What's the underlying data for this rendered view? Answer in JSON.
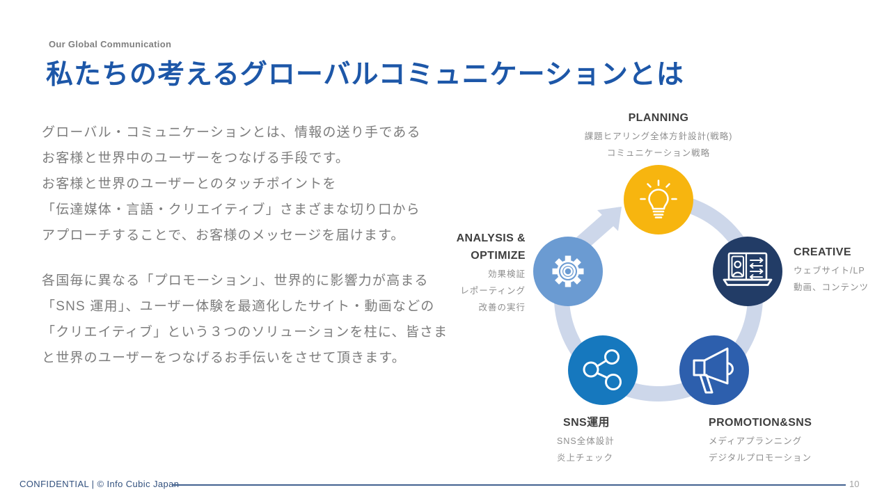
{
  "eyebrow": "Our Global Communication",
  "title": "私たちの考えるグローバルコミュニケーションとは",
  "body": {
    "p1": [
      "グローバル・コミュニケーションとは、情報の送り手である",
      "お客様と世界中のユーザーをつなげる手段です。",
      "お客様と世界のユーザーとのタッチポイントを",
      "「伝達媒体・言語・クリエイティブ」さまざまな切り口から",
      "アプローチすることで、お客様のメッセージを届けます。"
    ],
    "p2": [
      "各国毎に異なる「プロモーション」、世界的に影響力が高まる",
      "「SNS 運用」、ユーザー体験を最適化したサイト・動画などの",
      "「クリエイティブ」という３つのソリューションを柱に、皆さま",
      "と世界のユーザーをつなげるお手伝いをさせて頂きます。"
    ]
  },
  "diagram": {
    "ring": {
      "color": "#CDD7EA"
    },
    "planning": {
      "title": "PLANNING",
      "lines": [
        "課題ヒアリング全体方針設計(戦略)",
        "コミュニケーション戦略"
      ],
      "color": "#F7B50F",
      "icon": "lightbulb-icon"
    },
    "creative": {
      "title": "CREATIVE",
      "lines": [
        "ウェブサイト/LP",
        "動画、コンテンツ"
      ],
      "color": "#223C66",
      "icon": "laptop-icon"
    },
    "promotion": {
      "title": "PROMOTION&SNS",
      "lines": [
        "メディアプランニング",
        "デジタルプロモーション"
      ],
      "color": "#2D5FAD",
      "icon": "megaphone-icon"
    },
    "sns": {
      "title": "SNS運用",
      "lines": [
        "SNS全体設計",
        "炎上チェック"
      ],
      "color": "#1678BE",
      "icon": "share-icon"
    },
    "analysis": {
      "title_lines": [
        "ANALYSIS &",
        "OPTIMIZE"
      ],
      "lines": [
        "効果検証",
        "レポーティング",
        "改善の実行"
      ],
      "color": "#6B9BD2",
      "icon": "gear-icon"
    }
  },
  "footer": {
    "confidential": "CONFIDENTIAL | © Info Cubic Japan",
    "page": "10"
  },
  "colors": {
    "title-blue": "#1D57A8",
    "footer-navy": "#33517E",
    "footer-line": "#41618F"
  }
}
